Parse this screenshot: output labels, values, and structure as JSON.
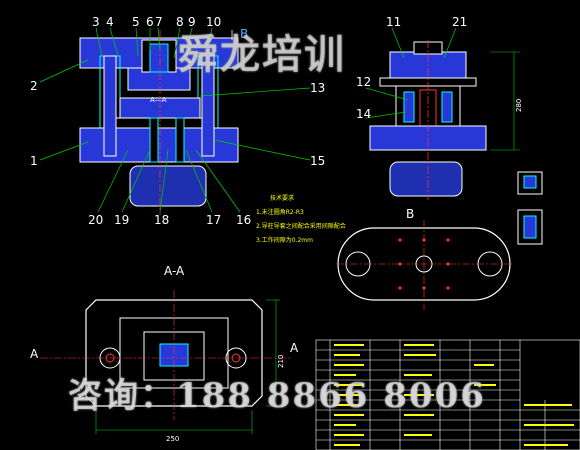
{
  "watermark_top": "舜龙培训",
  "watermark_bottom": "咨询：188 8866 8006",
  "part_numbers": [
    "1",
    "2",
    "3",
    "4",
    "5",
    "6",
    "7",
    "8",
    "9",
    "10",
    "11",
    "12",
    "13",
    "14",
    "15",
    "16",
    "17",
    "18",
    "19",
    "20",
    "21"
  ],
  "views": {
    "section": "A-A",
    "cut_left": "A",
    "cut_right": "A",
    "view_b_top": "B",
    "view_b": "B"
  },
  "notes": {
    "title": "技术要求",
    "items": [
      "1.未注圆角R2-R3",
      "2.导柱导套之间配合采用间隙配合",
      "3.工作间隙为0.2mm"
    ]
  },
  "dimensions": {
    "width": "250",
    "height_plan": "210",
    "height_side": "280"
  },
  "colors": {
    "line": "#ffffff",
    "cyan": "#00ffff",
    "blue": "#3366ff",
    "red": "#ff3030",
    "green": "#00cc00",
    "yellow": "#ffff00"
  }
}
